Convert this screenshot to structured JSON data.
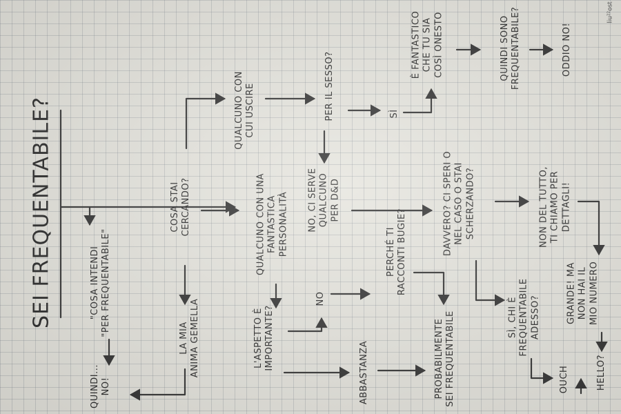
{
  "diagram": {
    "title": "SEI FREQUENTABILE?",
    "signature": "liu²²ost",
    "nodes": {
      "cosa_intendi": "\"COSA INTENDI\n\"PER FREQUENTABILE\"",
      "quindi": "QUINDI...\nNO!",
      "cosa_stai": "COSA STAI\nCERCANDO?",
      "la_mia": "LA MIA\nANIMA GEMELLA",
      "qualcuno_con": "QUALCUNO CON\nCUI USCIRE",
      "per_il_sesso": "PER IL SESSO?",
      "si_top": "SÌ",
      "e_fantastico": "È FANTASTICO\nCHE TU SIA\nCOSÌ ONESTO",
      "quindi_sono": "QUINDI SONO\nFREQUENTABILE?",
      "oddio_no": "ODDIO NO!",
      "qualcuno_fantastica": "QUALCUNO CON UNA\nFANTASTICA\nPERSONALITÀ",
      "no_ci_serve": "NO, CI SERVE\nQUALCUNO\nPER D&D",
      "davvero": "DAVVERO? CI SPERI O\nNEL CASO O STAI\nSCHERZANDO?",
      "non_del_tutto": "NON DEL TUTTO,\nTI CHIAMO PER\nDETTAGLI!",
      "aspetto": "L'ASPETTO È\nIMPORTANTE?",
      "no_mid": "NO",
      "perche": "PERCHÉ TI\nRACCONTI BUGIE?",
      "abbastanza": "ABBASTANZA",
      "probabilmente": "PROBABILMENTE\nSEI FREQUENTABILE",
      "si_chi": "SÌ, CHI È\nFREQUENTABILE\nADESSO?",
      "grande": "GRANDE! MA\nNON HAI IL\nMIO NUMERO",
      "ouch": "OUCH",
      "hello": "HELLO?"
    }
  }
}
